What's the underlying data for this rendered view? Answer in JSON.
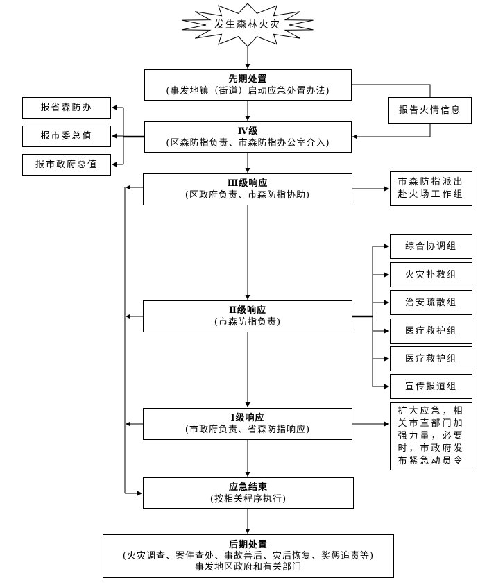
{
  "start": {
    "label": "发生森林火灾"
  },
  "steps": {
    "initial": {
      "title": "先期处置",
      "desc": "(事发地镇（街道）启动应急处置办法)"
    },
    "level4": {
      "title": "Ⅳ级",
      "desc": "(区森防指负责、市森防指办公室介入)"
    },
    "level3": {
      "title": "Ⅲ级响应",
      "desc": "(区政府负责、市森防指协助)"
    },
    "level2": {
      "title": "Ⅱ级响应",
      "desc": "(市森防指负责)"
    },
    "level1": {
      "title": "Ⅰ级响应",
      "desc": "(市政府负责、省森防指响应)"
    },
    "end": {
      "title": "应急结束",
      "desc": "(按相关程序执行)"
    },
    "post": {
      "title": "后期处置",
      "desc": "(火灾调查、案件查处、事故善后、灾后恢复、奖惩追责等)",
      "owner": "事发地区政府和有关部门"
    }
  },
  "report_fire": "报告火情信息",
  "report_targets": [
    "报省森防办",
    "报市委总值",
    "报市政府总值"
  ],
  "level3_side": [
    "市森防指派出",
    "赴火场工作组"
  ],
  "level2_groups": [
    "综合协调组",
    "火灾扑救组",
    "治安疏散组",
    "医疗救护组",
    "医疗救护组",
    "宣传报道组"
  ],
  "level1_side": [
    "扩大应急，相",
    "关市直部门加",
    "强力量，必要",
    "时，市政府发",
    "布紧急动员令"
  ],
  "colors": {
    "line": "#000000",
    "border": "#000000",
    "background": "#ffffff"
  }
}
